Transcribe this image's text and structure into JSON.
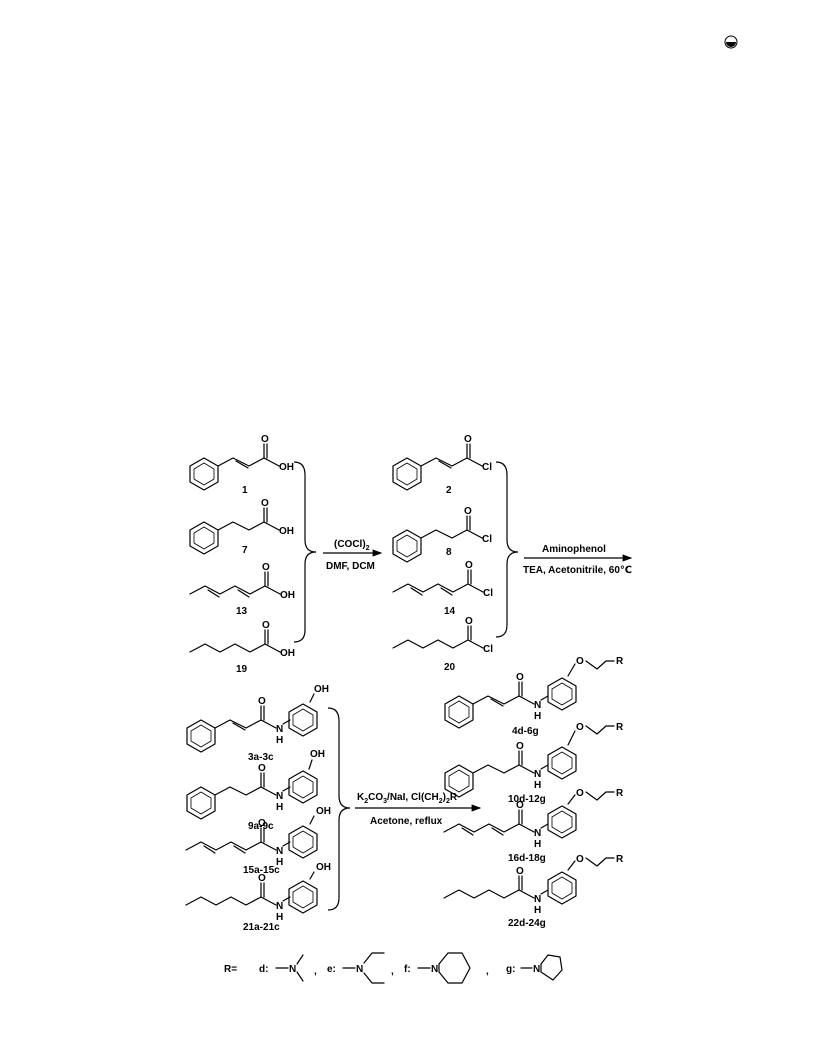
{
  "page_icon": "page-corner-icon",
  "scheme": {
    "top_left_compounds": [
      {
        "label": "1",
        "group": "OH",
        "oxygen": "O"
      },
      {
        "label": "7",
        "group": "OH",
        "oxygen": "O"
      },
      {
        "label": "13",
        "group": "OH",
        "oxygen": "O"
      },
      {
        "label": "19",
        "group": "OH",
        "oxygen": "O"
      }
    ],
    "top_mid_compounds": [
      {
        "label": "2",
        "group": "Cl",
        "oxygen": "O"
      },
      {
        "label": "8",
        "group": "Cl",
        "oxygen": "O"
      },
      {
        "label": "14",
        "group": "Cl",
        "oxygen": "O"
      },
      {
        "label": "20",
        "group": "Cl",
        "oxygen": "O"
      }
    ],
    "step1": {
      "reagent": "(COCl)",
      "reagent_sub": "2",
      "conditions": "DMF, DCM"
    },
    "step2": {
      "reagent": "Aminophenol",
      "conditions": "TEA, Acetonitrile, 60℃"
    },
    "bottom_left_compounds": [
      {
        "label": "3a-3c",
        "oh": "OH",
        "n": "N",
        "h": "H",
        "oxygen": "O"
      },
      {
        "label": "9a-9c",
        "oh": "OH",
        "n": "N",
        "h": "H",
        "oxygen": "O"
      },
      {
        "label": "15a-15c",
        "oh": "OH",
        "n": "N",
        "h": "H",
        "oxygen": "O"
      },
      {
        "label": "21a-21c",
        "oh": "OH",
        "n": "N",
        "h": "H",
        "oxygen": "O"
      }
    ],
    "step3": {
      "reagent_a": "K",
      "reagent_b": "CO",
      "reagent_c": "/NaI, Cl(CH",
      "reagent_d": ")",
      "reagent_e": "R",
      "sub2": "2",
      "sub3": "3",
      "conditions": "Acetone, reflux"
    },
    "bottom_right_compounds": [
      {
        "label": "4d-6g",
        "n": "N",
        "h": "H",
        "oxygen": "O",
        "ether_o": "O",
        "r": "R"
      },
      {
        "label": "10d-12g",
        "n": "N",
        "h": "H",
        "oxygen": "O",
        "ether_o": "O",
        "r": "R"
      },
      {
        "label": "16d-18g",
        "n": "N",
        "h": "H",
        "oxygen": "O",
        "ether_o": "O",
        "r": "R"
      },
      {
        "label": "22d-24g",
        "n": "N",
        "h": "H",
        "oxygen": "O",
        "ether_o": "O",
        "r": "R"
      }
    ],
    "r_groups": {
      "prefix": "R=",
      "d": "d:",
      "e": "e:",
      "f": "f:",
      "g": "g:",
      "n": "N",
      "sep": ","
    }
  }
}
